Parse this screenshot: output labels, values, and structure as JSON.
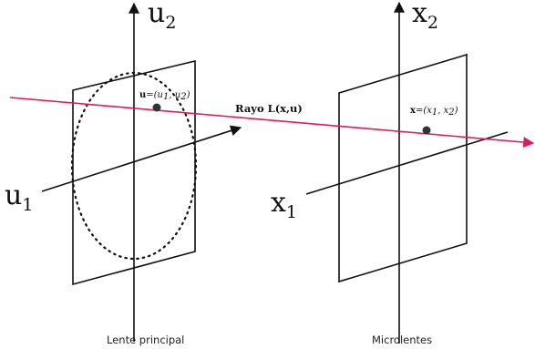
{
  "labels": {
    "u2_main": "u",
    "u2_sub": "2",
    "u1_main": "u",
    "u1_sub": "1",
    "x2_main": "x",
    "x2_sub": "2",
    "x1_main": "x",
    "x1_sub": "1",
    "u_point_bold": "u",
    "u_point_text": "=(u",
    "u_point_sub1": "1",
    "u_point_mid": ", u",
    "u_point_sub2": "2",
    "u_point_end": ")",
    "x_point_bold": "x",
    "x_point_text": "=(x",
    "x_point_sub1": "1",
    "x_point_mid": ", x",
    "x_point_sub2": "2",
    "x_point_end": ")",
    "ray": "Rayo L(x,u)",
    "lens_caption": "Lente principal",
    "microlens_caption": "Microlentes"
  },
  "colors": {
    "ray": "#e0195b",
    "lines": "#111111",
    "point": "#333333"
  }
}
